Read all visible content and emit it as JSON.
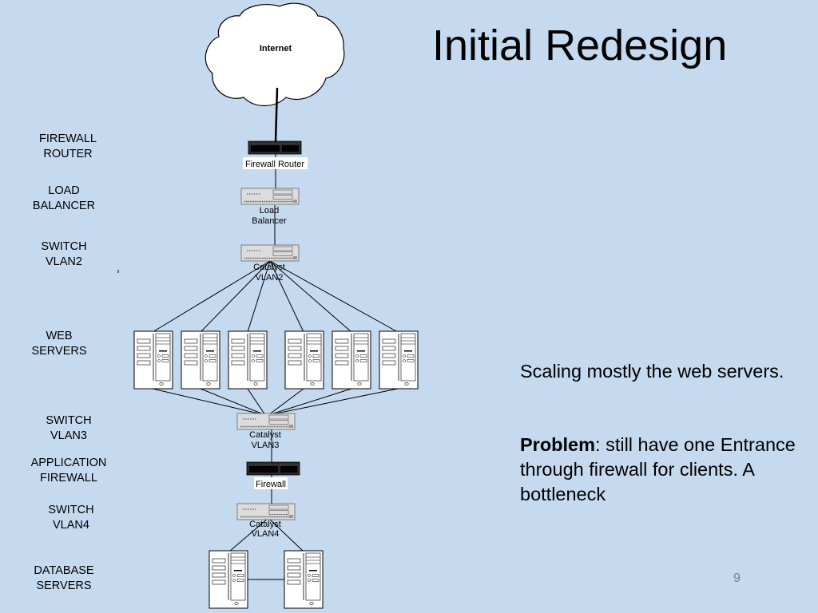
{
  "slide": {
    "title": "Initial Redesign",
    "page_number": "9"
  },
  "tiers": [
    {
      "line1": "FIREWALL",
      "line2": "ROUTER"
    },
    {
      "line1": "LOAD",
      "line2": "BALANCER"
    },
    {
      "line1": "SWITCH",
      "line2": "VLAN2"
    },
    {
      "line1": "WEB",
      "line2": "SERVERS"
    },
    {
      "line1": "SWITCH",
      "line2": "VLAN3"
    },
    {
      "line1": "APPLICATION",
      "line2": "FIREWALL"
    },
    {
      "line1": "SWITCH",
      "line2": "VLAN4"
    },
    {
      "line1": "DATABASE",
      "line2": "SERVERS"
    }
  ],
  "diagram": {
    "internet_label": "Internet",
    "firewall_router_label": "Firewall Router",
    "load_balancer_line1": "Load",
    "load_balancer_line2": "Balancer",
    "catalyst_label": "Catalyst",
    "vlan2_label": "VLAN2",
    "vlan3_label": "VLAN3",
    "vlan4_label": "VLAN4",
    "firewall_label": "Firewall",
    "web_server_count": 6,
    "database_server_count": 2
  },
  "notes": {
    "scaling": "Scaling mostly the web servers.",
    "problem_label": "Problem",
    "problem_text": ": still have one Entrance through firewall for clients.  A bottleneck"
  }
}
